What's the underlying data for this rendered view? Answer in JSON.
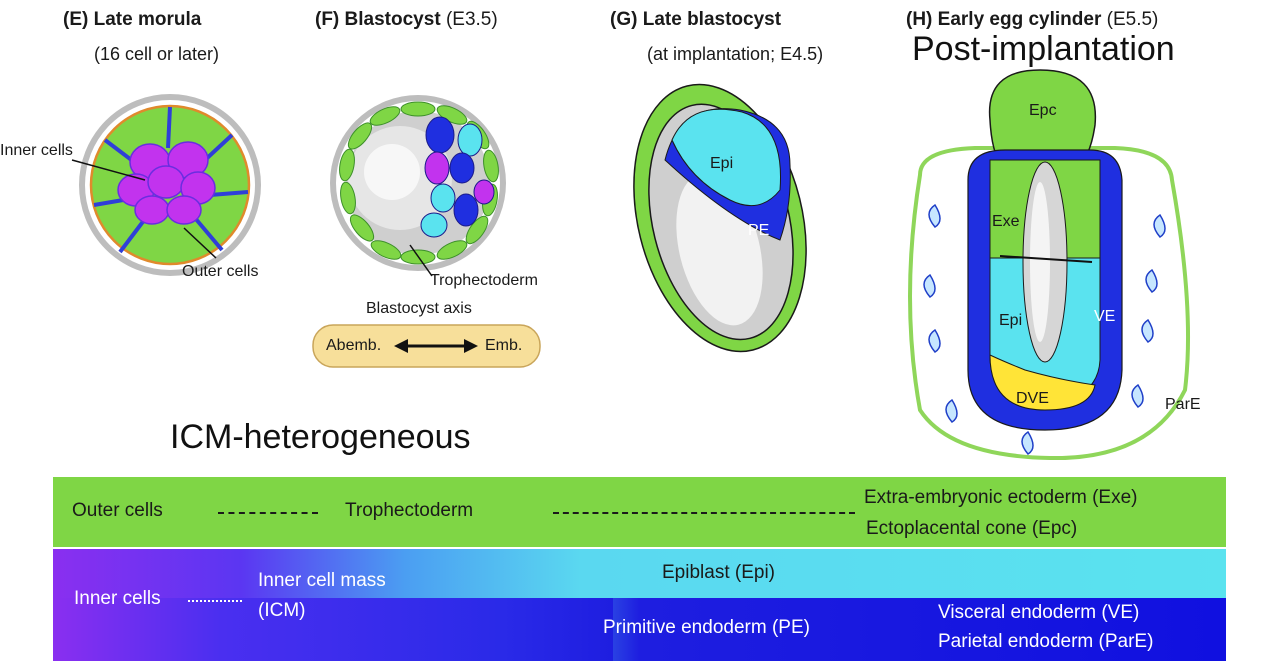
{
  "panels": {
    "e": {
      "letter": "(E)",
      "title": "Late morula",
      "subtitle": "(16 cell or later)",
      "inner_label": "Inner cells",
      "outer_label": "Outer cells"
    },
    "f": {
      "letter": "(F)",
      "title": "Blastocyst",
      "stage": "(E3.5)",
      "trophectoderm_label": "Trophectoderm",
      "axis_title": "Blastocyst axis",
      "axis_left": "Abemb.",
      "axis_right": "Emb."
    },
    "g": {
      "letter": "(G)",
      "title": "Late blastocyst",
      "subtitle": "(at implantation; E4.5)",
      "epi_label": "Epi",
      "pe_label": "PE"
    },
    "h": {
      "letter": "(H)",
      "title": "Early egg cylinder",
      "stage": "(E5.5)",
      "epc_label": "Epc",
      "exe_label": "Exe",
      "epi_label": "Epi",
      "ve_label": "VE",
      "dve_label": "DVE",
      "pare_label": "ParE"
    }
  },
  "annotations": {
    "post_implantation": "Post-implantation",
    "icm_heterogeneous": "ICM-heterogeneous"
  },
  "lineage": {
    "outer_cells": "Outer cells",
    "trophectoderm": "Trophectoderm",
    "exe": "Extra-embryonic ectoderm (Exe)",
    "epc": "Ectoplacental cone (Epc)",
    "inner_cells": "Inner cells",
    "icm_line1": "Inner cell mass",
    "icm_line2": "(ICM)",
    "epiblast": "Epiblast (Epi)",
    "pe": "Primitive endoderm (PE)",
    "ve": "Visceral endoderm (VE)",
    "pare": "Parietal endoderm (ParE)"
  },
  "colors": {
    "trophectoderm_green": "#7fd645",
    "icm_purple": "#b22bf0",
    "epiblast_cyan": "#5ae3ef",
    "endoderm_blue": "#1f2fe0",
    "dve_yellow": "#ffe437",
    "cavity_gray": "#c9c9c9",
    "axis_box": "#f7df9a"
  }
}
